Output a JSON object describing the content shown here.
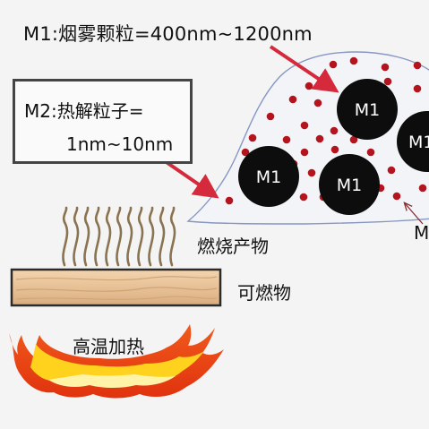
{
  "captions": {
    "m1": "M1:烟雾颗粒=400nm~1200nm",
    "m2_line1": "M2:热解粒子=",
    "m2_line2": "1nm~10nm"
  },
  "particle_label": "M1",
  "edge_label": "M",
  "labels": {
    "products": "燃烧产物",
    "fuel": "可燃物",
    "heat": "高温加热"
  },
  "colors": {
    "background": "#f4f4f4",
    "arrow": "#d42a3c",
    "particle_large": "#0d0d0d",
    "particle_small": "#b3141e",
    "cloud_outline": "#8796c2",
    "smoke_line": "#8a7350",
    "wood": "#e9c69c",
    "flame_outer": "#ee3d12",
    "flame_inner": "#ffd21d"
  }
}
